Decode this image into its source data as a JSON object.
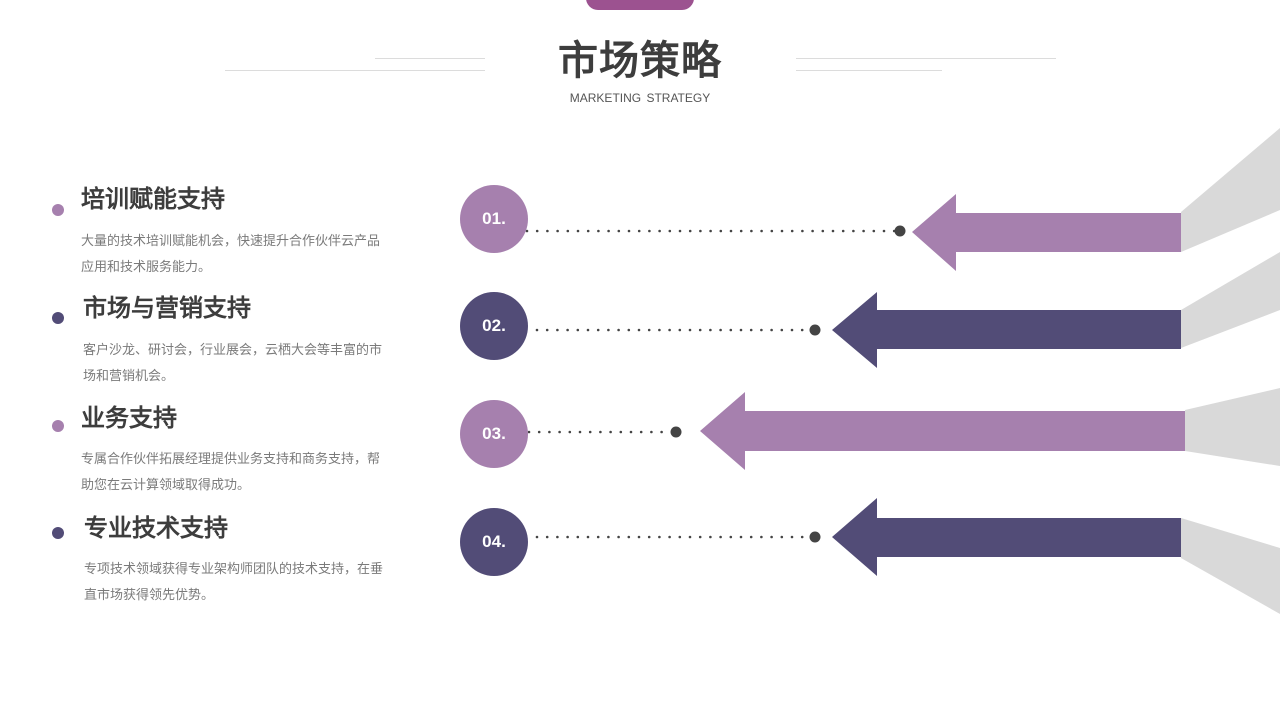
{
  "header": {
    "title": "市场策略",
    "subtitle": "MARKETING STRATEGY"
  },
  "colors": {
    "accent_light": "#a680ae",
    "accent_dark": "#524c77",
    "top_tab": "#9c5290",
    "gray_shape": "#d9d9d9",
    "dots": "#444444"
  },
  "items": [
    {
      "number": "01.",
      "title": "培训赋能支持",
      "description": "大量的技术培训赋能机会，快速提升合作伙伴云产品应用和技术服务能力。"
    },
    {
      "number": "02.",
      "title": "市场与营销支持",
      "description": "客户沙龙、研讨会，行业展会，云栖大会等丰富的市场和营销机会。"
    },
    {
      "number": "03.",
      "title": "业务支持",
      "description": "专属合作伙伴拓展经理提供业务支持和商务支持，帮助您在云计算领域取得成功。"
    },
    {
      "number": "04.",
      "title": "专业技术支持",
      "description": "专项技术领域获得专业架构师团队的技术支持，在垂直市场获得领先优势。"
    }
  ]
}
